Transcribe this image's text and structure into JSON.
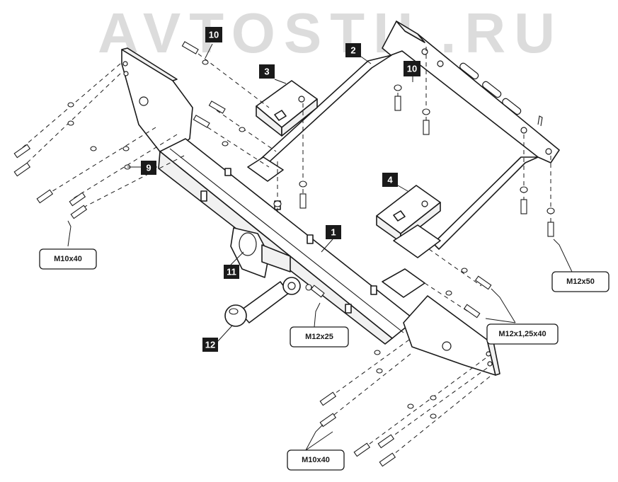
{
  "watermark": "AVTOSTIL.RU",
  "part_numbers": [
    "1",
    "2",
    "3",
    "4",
    "9",
    "10",
    "10",
    "11",
    "12"
  ],
  "fastener_labels": [
    "M10x40",
    "M12x50",
    "M12x25",
    "M12x1,25x40",
    "M10x40"
  ]
}
